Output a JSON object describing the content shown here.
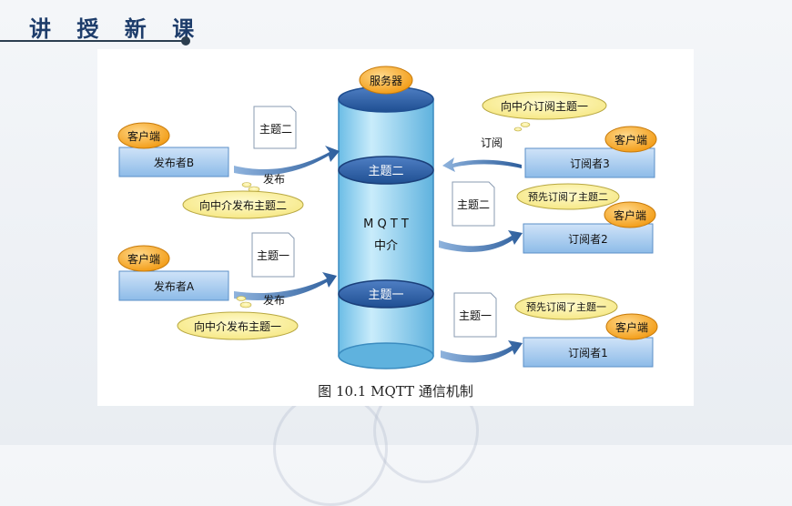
{
  "slide": {
    "title": "讲 授 新 课"
  },
  "diagram": {
    "server_label": "服务器",
    "broker_label_1": "M Q T T",
    "broker_label_2": "中介",
    "broker_topic_top": "主题二",
    "broker_topic_bottom": "主题一",
    "publishers": [
      {
        "client_tag": "客户端",
        "name": "发布者B",
        "doc": "主题二",
        "action": "发布",
        "bubble": "向中介发布主题二"
      },
      {
        "client_tag": "客户端",
        "name": "发布者A",
        "doc": "主题一",
        "action": "发布",
        "bubble": "向中介发布主题一"
      }
    ],
    "subscribers": [
      {
        "client_tag": "客户端",
        "name": "订阅者3",
        "action": "订阅",
        "bubble": "向中介订阅主题一"
      },
      {
        "client_tag": "客户端",
        "name": "订阅者2",
        "doc": "主题二",
        "bubble": "预先订阅了主题二"
      },
      {
        "client_tag": "客户端",
        "name": "订阅者1",
        "doc": "主题一",
        "bubble": "预先订阅了主题一"
      }
    ],
    "caption": "图 10.1  MQTT 通信机制"
  },
  "colors": {
    "title": "#1e3d6b",
    "box_fill": "#a8cbef",
    "tag_fill": "#f5a623",
    "bubble_fill": "#fbf2a3",
    "cylinder": "#8fd0ee",
    "arrow": "#3b6ea8"
  }
}
